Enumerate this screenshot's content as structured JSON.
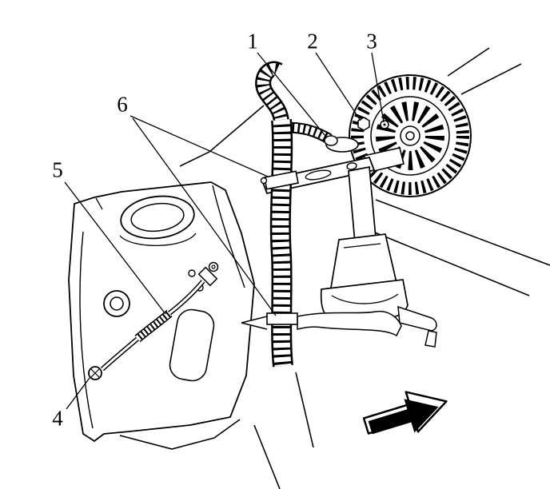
{
  "figure": {
    "description": "Service manual line drawing of engine compartment showing generator, wiring harness, bracket and reservoir with numbered callouts",
    "colors": {
      "background": "#ffffff",
      "ink": "#000000"
    }
  },
  "callouts": {
    "c1": {
      "label": "1"
    },
    "c2": {
      "label": "2"
    },
    "c3": {
      "label": "3"
    },
    "c4": {
      "label": "4"
    },
    "c5": {
      "label": "5"
    },
    "c6": {
      "label": "6"
    }
  },
  "icons": {
    "direction_arrow": "block-arrow-up-right"
  }
}
